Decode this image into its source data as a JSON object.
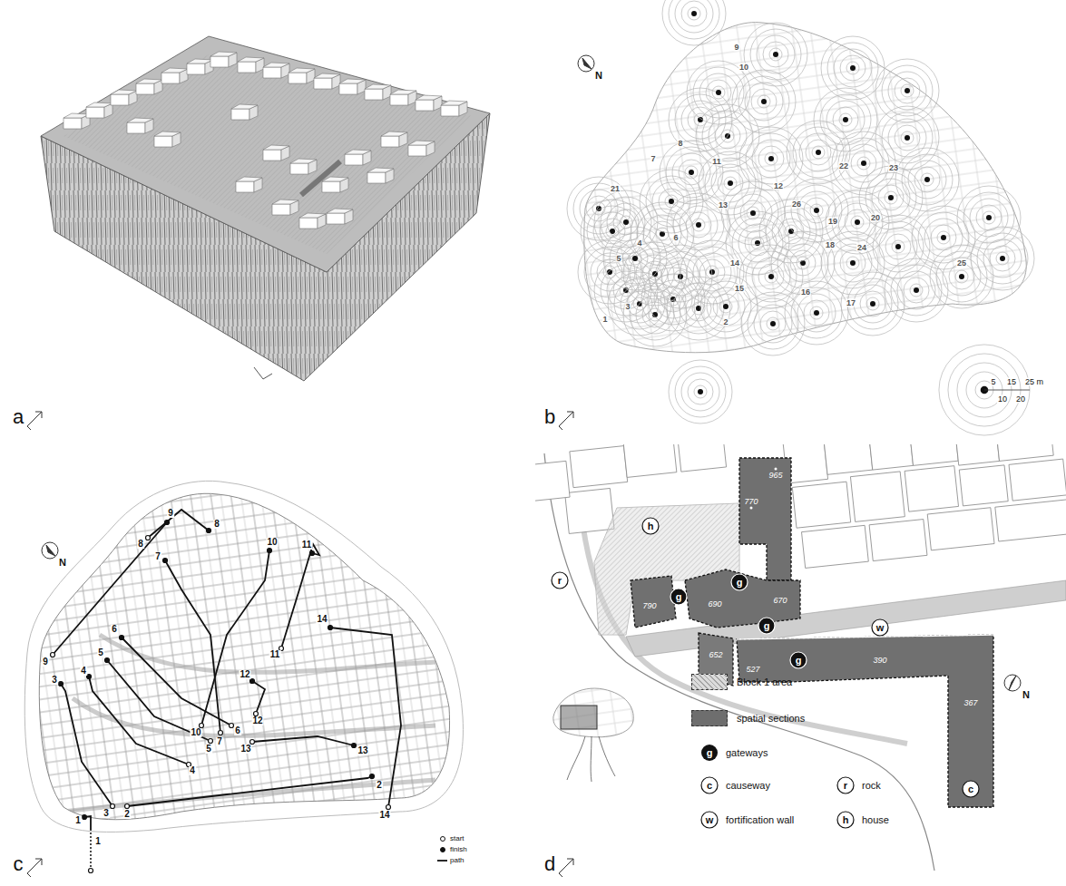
{
  "diagram": {
    "labels": [
      "a",
      "b",
      "c",
      "d",
      "N",
      "N",
      "N",
      "1",
      "2",
      "3",
      "4",
      "5",
      "6",
      "7",
      "8",
      "9",
      "10",
      "11",
      "12",
      "13",
      "14",
      "15",
      "16",
      "17",
      "18",
      "19",
      "20",
      "21",
      "22",
      "23",
      "24",
      "25",
      "26",
      "5",
      "10",
      "15",
      "20",
      "25 m",
      "9",
      "8",
      "7",
      "8",
      "10",
      "11",
      "14",
      "11",
      "12",
      "9",
      "3",
      "4",
      "5",
      "6",
      "10",
      "7",
      "6",
      "12",
      "13",
      "5",
      "4",
      "13",
      "2",
      "14",
      "1",
      "3",
      "2",
      "1",
      "965",
      "770",
      "790",
      "690",
      "670",
      "652",
      "527",
      "390",
      "367",
      "h",
      "r",
      "g",
      "g",
      "g",
      "g",
      "w",
      "c",
      "g",
      "c",
      "w",
      "r",
      "h"
    ],
    "legend": [
      {
        "text": "start"
      },
      {
        "text": "finish"
      },
      {
        "text": "path"
      },
      {
        "text": "Block 1 area",
        "color": "#dcdcdc"
      },
      {
        "text": "spatial sections",
        "color": "#6e6e6e"
      },
      {
        "text": "gateways"
      },
      {
        "text": "causeway"
      },
      {
        "text": "rock"
      },
      {
        "text": "fortification wall"
      },
      {
        "text": "house"
      }
    ]
  }
}
